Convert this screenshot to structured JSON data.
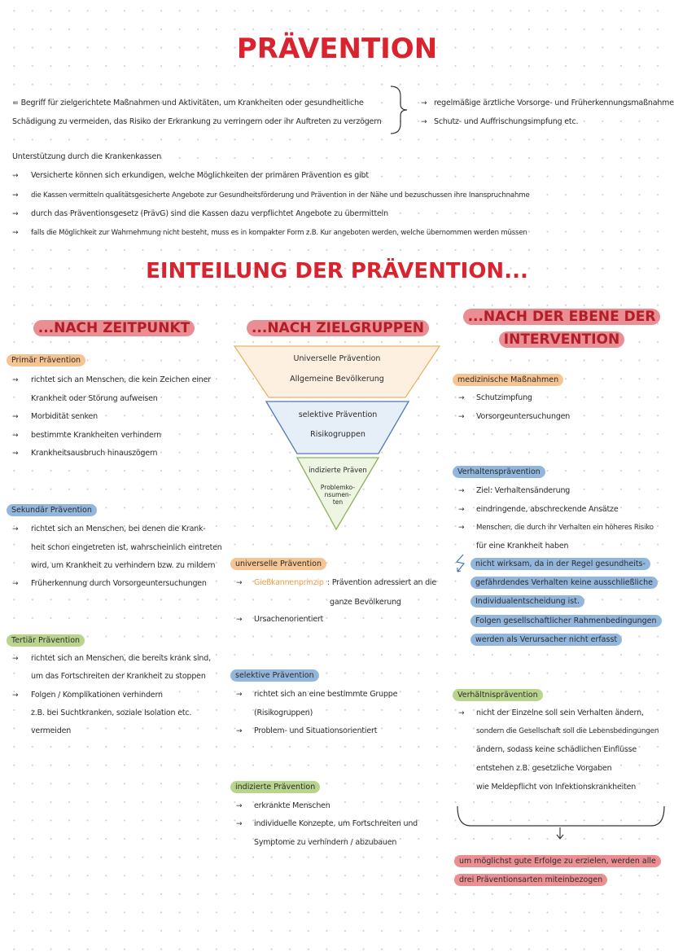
{
  "title": "PRÄVENTION",
  "definition": {
    "lines": [
      "=  Begriff für zielgerichtete Maßnahmen und Aktivitäten, um Krankheiten oder gesundheitliche",
      "Schädigung zu vermeiden, das Risiko der Erkrankung zu verringern oder ihr Auftreten zu verzögern"
    ],
    "examples": [
      "regelmäßige ärztliche Vorsorge- und Früherkennungsmaßnahmen",
      "Schutz- und Auffrischungsimpfung etc."
    ]
  },
  "support": {
    "heading": "Unterstützung durch die Krankenkassen",
    "items": [
      "Versicherte können sich erkundigen, welche Möglichkeiten der primären Prävention es gibt",
      "die Kassen vermitteln qualitätsgesicherte Angebote zur Gesundheitsförderung und Prävention in der Nähe und bezuschussen ihre Inanspruchnahme",
      "durch das Präventionsgesetz (PrävG) sind die Kassen dazu verpflichtet Angebote zu übermitteln",
      "falls die Möglichkeit zur Wahrnehmung nicht besteht, muss es in kompakter Form z.B. Kur angeboten werden, welche übernommen werden müssen"
    ]
  },
  "section_title": "EINTEILUNG DER PRÄVENTION...",
  "col1": {
    "heading": "...NACH ZEITPUNKT",
    "primary": {
      "label": "Primär Prävention",
      "lines": [
        "richtet sich an Menschen, die kein Zeichen einer",
        "Krankheit oder Störung aufweisen",
        "Morbidität senken",
        "bestimmte Krankheiten verhindern",
        "Krankheitsausbruch hinauszögern"
      ]
    },
    "secondary": {
      "label": "Sekundär Prävention",
      "lines": [
        "richtet sich an Menschen, bei denen die Krank-",
        "heit schon eingetreten ist, wahrscheinlich eintreten",
        "wird, um Krankheit zu verhindern bzw. zu mildern",
        "Früherkennung durch Vorsorgeuntersuchungen"
      ]
    },
    "tertiary": {
      "label": "Tertiär Prävention",
      "lines": [
        "richtet sich an Menschen, die bereits krank sind,",
        "um das Fortschreiten der Krankheit zu stoppen",
        "Folgen / Komplikationen verhindern",
        "z.B. bei Suchtkranken, soziale Isolation etc.",
        "vermeiden"
      ]
    }
  },
  "col2": {
    "heading": "...NACH ZIELGRUPPEN",
    "pyramid": [
      [
        "Universelle Prävention",
        "Allgemeine Bevölkerung"
      ],
      [
        "selektive Prävention",
        "Risikogruppen"
      ],
      [
        "indizierte Präven",
        "Problemko-",
        "nsumen-",
        "ten"
      ]
    ],
    "universal": {
      "label": "universelle Prävention",
      "highlight": "Gießkannenprinzip",
      "lines": [
        ": Prävention adressiert an die",
        "ganze Bevölkerung",
        "Ursachenorientiert"
      ]
    },
    "selective": {
      "label": "selektive Prävention",
      "lines": [
        "richtet sich an eine bestimmte Gruppe",
        "(Risikogruppen)",
        "Problem- und Situationsorientiert"
      ]
    },
    "indicated": {
      "label": "indizierte Prävention",
      "lines": [
        "erkrankte Menschen",
        "individuelle Konzepte, um Fortschreiten und",
        "Symptome zu verhindern / abzubauen"
      ]
    }
  },
  "col3": {
    "heading": [
      "...NACH DER EBENE DER",
      "INTERVENTION"
    ],
    "medical": {
      "label": "medizinische Maßnahmen",
      "lines": [
        "Schutzimpfung",
        "Vorsorgeuntersuchungen"
      ]
    },
    "behavior": {
      "label": "Verhaltensprävention",
      "lines": [
        "Ziel: Verhaltensänderung",
        "eindringende, abschreckende Ansätze",
        "Menschen, die durch ihr Verhalten ein höheres Risiko",
        "für eine Krankheit haben"
      ],
      "critique": [
        "nicht wirksam, da in der Regel gesundheits-",
        "gefährdendes Verhalten keine ausschließliche",
        "Individualentscheidung ist.",
        "Folgen gesellschaftlicher Rahmenbedingungen",
        "werden als Verursacher nicht erfasst"
      ]
    },
    "conditions": {
      "label": "Verhältnisprävention",
      "lines": [
        "nicht der Einzelne soll sein Verhalten ändern,",
        "sondern die Gesellschaft soll die Lebensbedingungen",
        "ändern, sodass keine schädlichen Einflüsse",
        "entstehen z.B.   gesetzliche Vorgaben",
        "wie Meldepflicht von Infektionskrankheiten"
      ]
    },
    "conclusion": [
      "um möglichst gute Erfolge zu erzielen, werden alle",
      "drei Präventionsarten miteinbezogen"
    ]
  },
  "colors": {
    "red": "#d9232e",
    "orange": "#f6c393",
    "blue": "#93b7dc",
    "green": "#b9d48d"
  }
}
